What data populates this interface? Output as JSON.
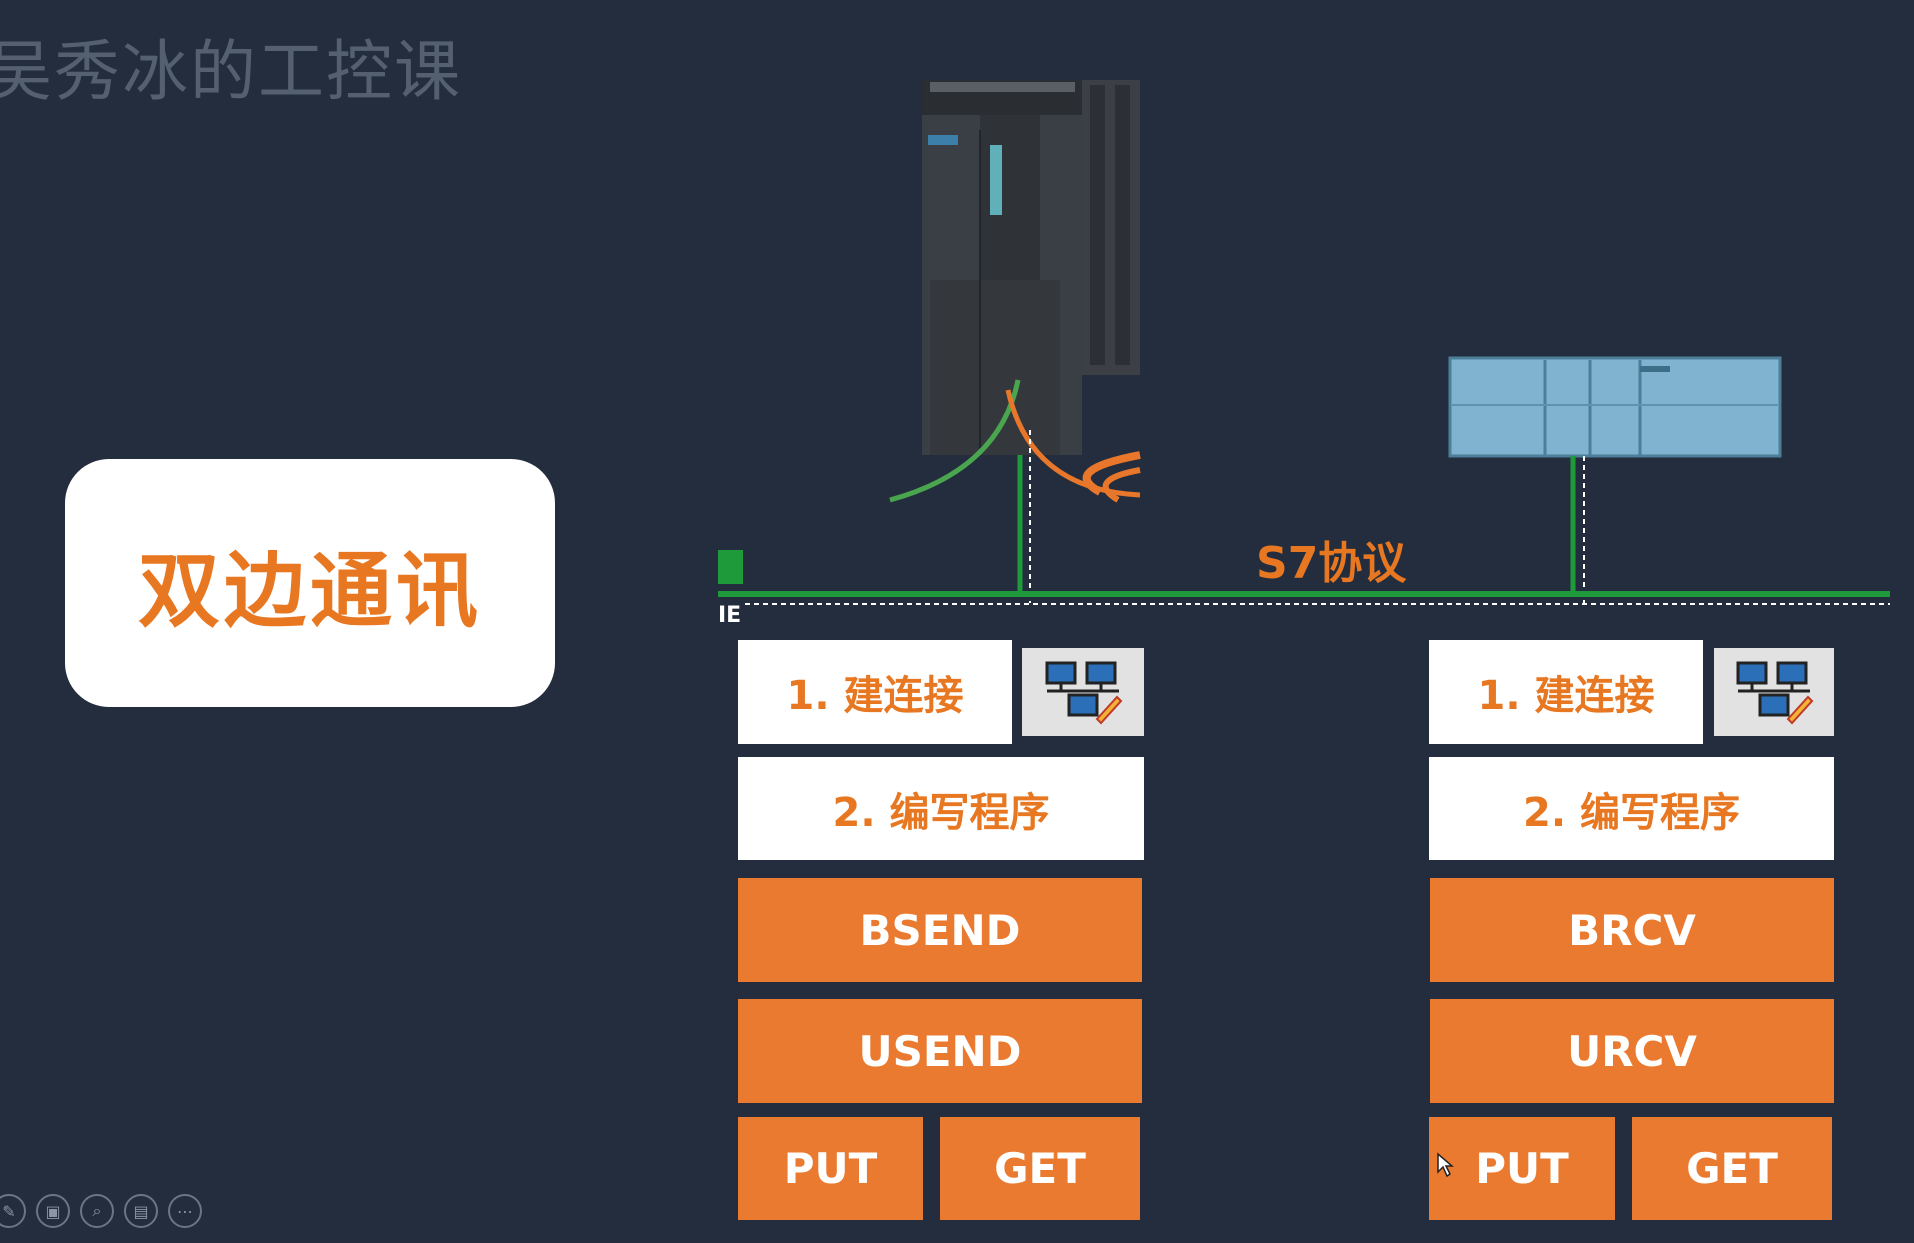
{
  "watermark": "吴秀冰的工控课",
  "title": "双边通讯",
  "protocol_label": "S7协议",
  "network_label": "IE",
  "left_station": {
    "step1": "1. 建连接",
    "step2": "2. 编写程序",
    "block1": "BSEND",
    "block2": "USEND",
    "block3": "PUT",
    "block4": "GET"
  },
  "right_station": {
    "step1": "1. 建连接",
    "step2": "2. 编写程序",
    "block1": "BRCV",
    "block2": "URCV",
    "block3": "PUT",
    "block4": "GET"
  },
  "toolbar": {
    "pen_icon": "pen-icon",
    "slides_icon": "slides-icon",
    "zoom_icon": "zoom-icon",
    "subtitle_icon": "subtitle-icon",
    "more_icon": "more-icon"
  },
  "colors": {
    "background": "#232d3d",
    "accent_orange": "#ea7a2f",
    "network_green": "#1f9a3a"
  }
}
